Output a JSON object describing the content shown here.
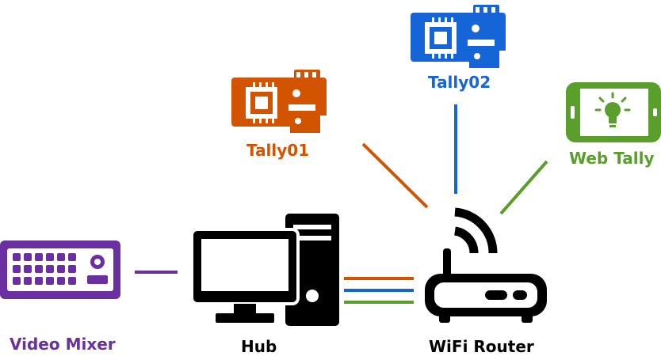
{
  "nodes": {
    "tally01": {
      "label": "Tally01",
      "icon": "circuit-board-icon",
      "color": "#d35400"
    },
    "tally02": {
      "label": "Tally02",
      "icon": "circuit-board-icon",
      "color": "#1565d8"
    },
    "web_tally": {
      "label": "Web Tally",
      "icon": "tablet-lightbulb-icon",
      "color": "#5a9e2b"
    },
    "video_mixer": {
      "label": "Video Mixer",
      "icon": "video-mixer-keypad-icon",
      "color": "#6a2fa0"
    },
    "hub": {
      "label": "Hub",
      "icon": "desktop-computer-icon",
      "color": "#000000"
    },
    "router": {
      "label": "WiFi Router",
      "icon": "wifi-router-icon",
      "color": "#000000"
    }
  },
  "connections": [
    {
      "from": "video_mixer",
      "to": "hub",
      "color": "#6a2fa0"
    },
    {
      "from": "hub",
      "to": "router",
      "color": "#d35400"
    },
    {
      "from": "hub",
      "to": "router",
      "color": "#1565d8"
    },
    {
      "from": "hub",
      "to": "router",
      "color": "#5a9e2b"
    },
    {
      "from": "tally01",
      "to": "router",
      "color": "#d35400"
    },
    {
      "from": "tally02",
      "to": "router",
      "color": "#1565d8"
    },
    {
      "from": "web_tally",
      "to": "router",
      "color": "#5a9e2b"
    }
  ]
}
